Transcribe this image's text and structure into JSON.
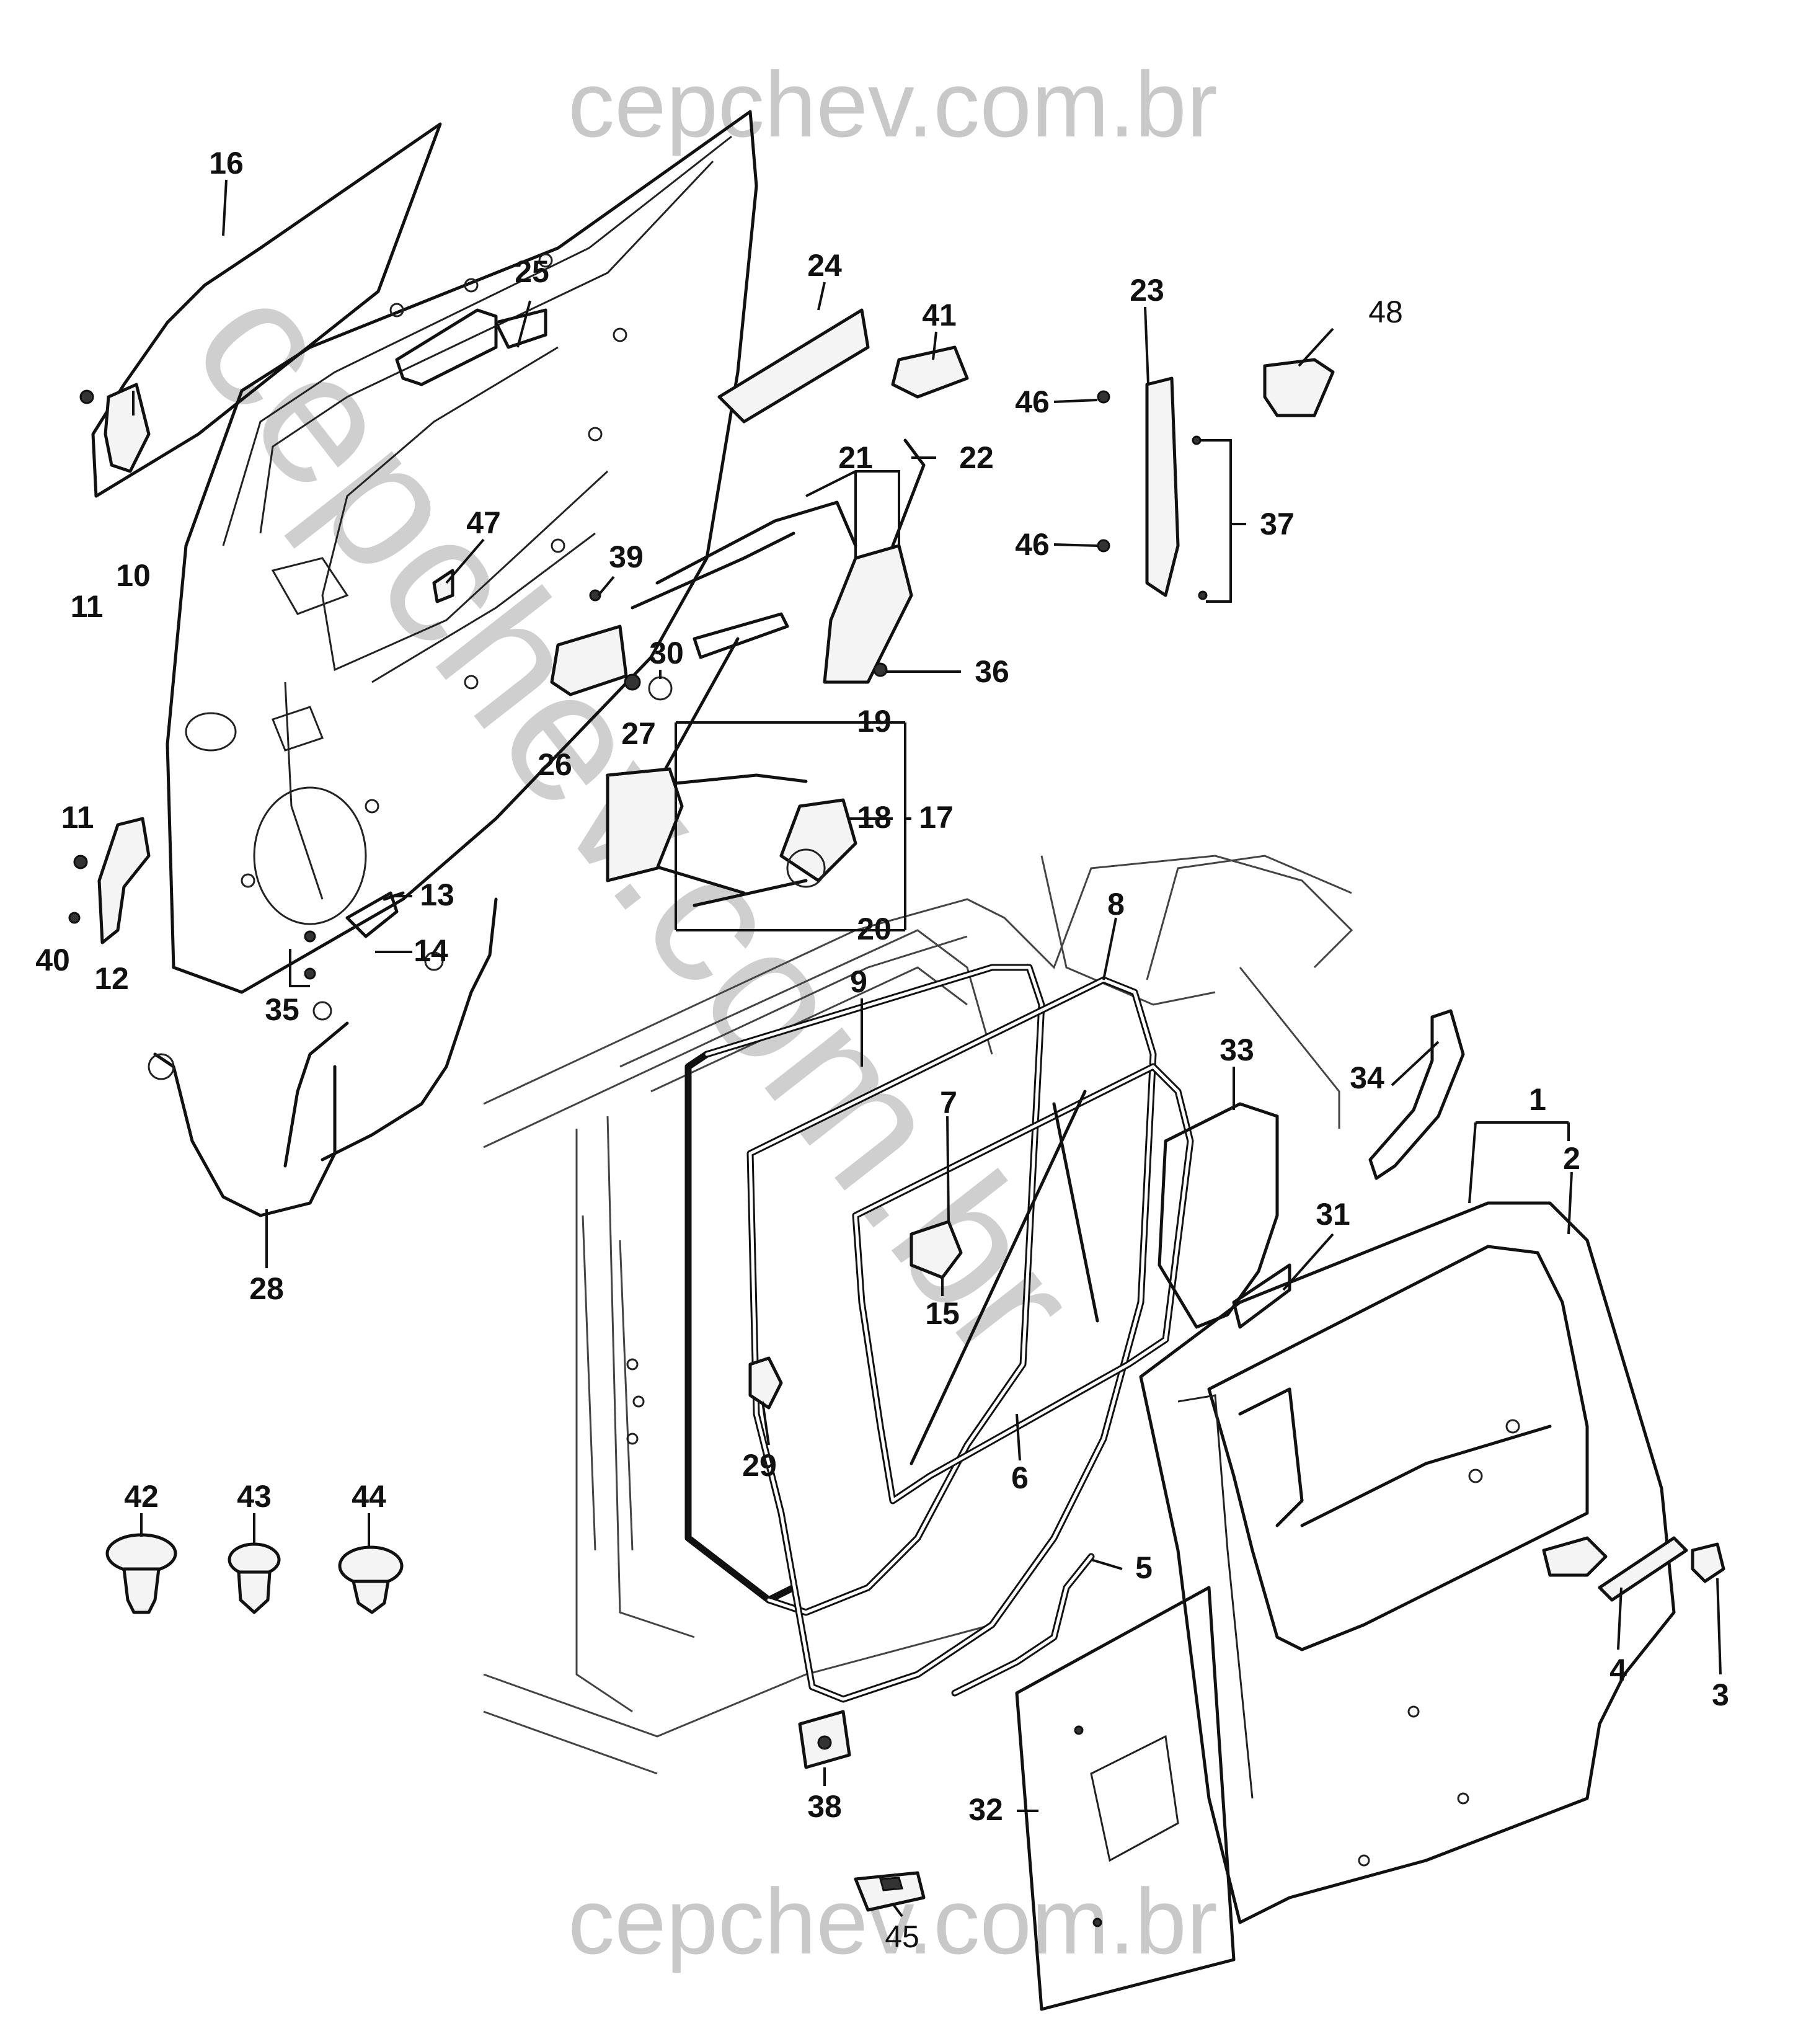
{
  "watermark": {
    "top": "cepchev.com.br",
    "bottom": "cepchev.com.br",
    "diagonal": "cepchev.com.br"
  },
  "callouts": [
    {
      "id": "c1",
      "text": "1"
    },
    {
      "id": "c2",
      "text": "2"
    },
    {
      "id": "c3",
      "text": "3"
    },
    {
      "id": "c4",
      "text": "4"
    },
    {
      "id": "c5",
      "text": "5"
    },
    {
      "id": "c6",
      "text": "6"
    },
    {
      "id": "c7",
      "text": "7"
    },
    {
      "id": "c8",
      "text": "8"
    },
    {
      "id": "c9",
      "text": "9"
    },
    {
      "id": "c10",
      "text": "10"
    },
    {
      "id": "c11a",
      "text": "11"
    },
    {
      "id": "c11b",
      "text": "11"
    },
    {
      "id": "c12",
      "text": "12"
    },
    {
      "id": "c13",
      "text": "13"
    },
    {
      "id": "c14",
      "text": "14"
    },
    {
      "id": "c15",
      "text": "15"
    },
    {
      "id": "c16",
      "text": "16"
    },
    {
      "id": "c17",
      "text": "17"
    },
    {
      "id": "c18",
      "text": "18"
    },
    {
      "id": "c19",
      "text": "19"
    },
    {
      "id": "c20",
      "text": "20"
    },
    {
      "id": "c21",
      "text": "21"
    },
    {
      "id": "c22",
      "text": "22"
    },
    {
      "id": "c23",
      "text": "23"
    },
    {
      "id": "c24",
      "text": "24"
    },
    {
      "id": "c25",
      "text": "25"
    },
    {
      "id": "c26",
      "text": "26"
    },
    {
      "id": "c27",
      "text": "27"
    },
    {
      "id": "c28",
      "text": "28"
    },
    {
      "id": "c29",
      "text": "29"
    },
    {
      "id": "c30",
      "text": "30"
    },
    {
      "id": "c31",
      "text": "31"
    },
    {
      "id": "c32",
      "text": "32"
    },
    {
      "id": "c33",
      "text": "33"
    },
    {
      "id": "c34",
      "text": "34"
    },
    {
      "id": "c35",
      "text": "35"
    },
    {
      "id": "c36",
      "text": "36"
    },
    {
      "id": "c37",
      "text": "37"
    },
    {
      "id": "c38",
      "text": "38"
    },
    {
      "id": "c39",
      "text": "39"
    },
    {
      "id": "c40",
      "text": "40"
    },
    {
      "id": "c41",
      "text": "41"
    },
    {
      "id": "c42",
      "text": "42"
    },
    {
      "id": "c43",
      "text": "43"
    },
    {
      "id": "c44",
      "text": "44"
    },
    {
      "id": "c45",
      "text": "45"
    },
    {
      "id": "c46a",
      "text": "46"
    },
    {
      "id": "c46b",
      "text": "46"
    },
    {
      "id": "c47",
      "text": "47"
    },
    {
      "id": "c48",
      "text": "48"
    }
  ]
}
